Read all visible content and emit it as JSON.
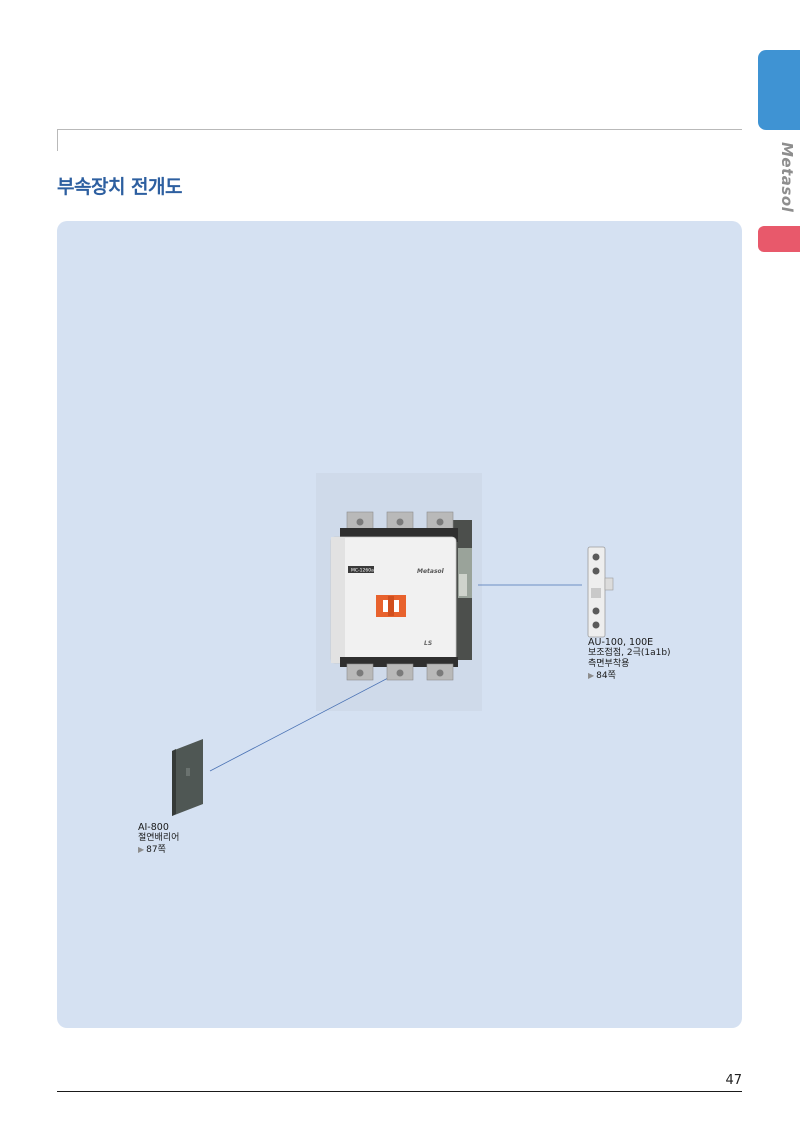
{
  "page": {
    "title": "부속장치 전개도",
    "brand": "Metasol",
    "page_number": "47"
  },
  "contactor": {
    "model_label": "MC-1260a",
    "brand_label": "Metasol",
    "maker_logo": "LS"
  },
  "accessories": [
    {
      "model": "AU-100, 100E",
      "description_1": "보조접점, 2극(1a1b)",
      "description_2": "측면부착용",
      "page_ref": "84쪽"
    },
    {
      "model": "AI-800",
      "description_1": "절연배리어",
      "page_ref": "87쪽"
    }
  ],
  "colors": {
    "title": "#2d5fa0",
    "panel": "#d5e1f2",
    "tab_blue": "#3f93d3",
    "tab_red": "#e8596b",
    "leader_line": "#4a72b4",
    "contactor_body": "#f1f1f1",
    "handle": "#e8622d"
  }
}
